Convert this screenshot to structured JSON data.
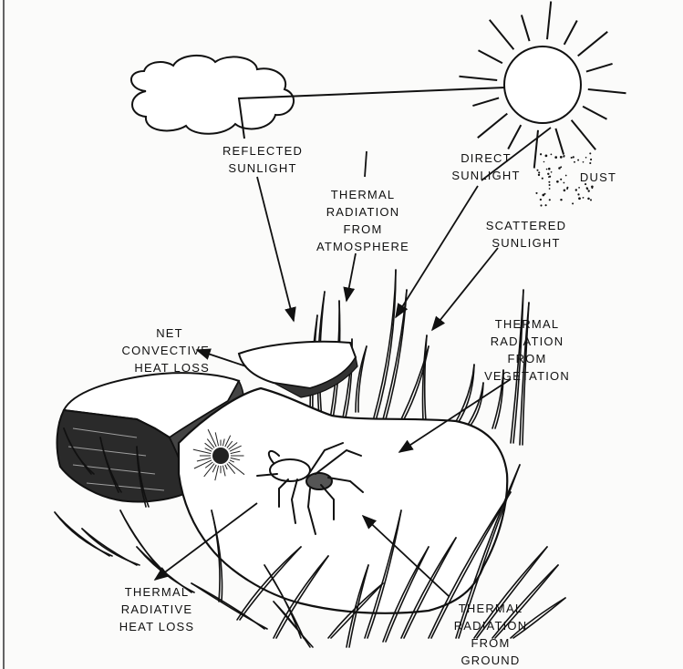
{
  "labels": {
    "reflected": [
      "REFLECTED",
      "SUNLIGHT"
    ],
    "direct": [
      "DIRECT",
      "SUNLIGHT"
    ],
    "dust": "DUST",
    "thermal_atmosphere": [
      "THERMAL",
      "RADIATION",
      "FROM",
      "ATMOSPHERE"
    ],
    "scattered": [
      "SCATTERED",
      "SUNLIGHT"
    ],
    "net_convective": [
      "NET",
      "CONVECTIVE",
      "HEAT LOSS"
    ],
    "thermal_vegetation": [
      "THERMAL",
      "RADIATION",
      "FROM",
      "VEGETATION"
    ],
    "thermal_radiative": [
      "THERMAL",
      "RADIATIVE",
      "HEAT LOSS"
    ],
    "thermal_ground": [
      "THERMAL",
      "RADIATION",
      "FROM",
      "GROUND"
    ]
  },
  "colors": {
    "ink": "#111111",
    "paper": "#fbfbfa",
    "rock_shade": "#2a2a2a"
  }
}
